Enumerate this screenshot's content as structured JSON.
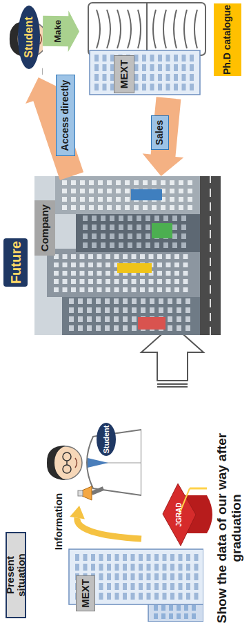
{
  "diagram": {
    "nodes": [
      {
        "text": [
          "Present situation"
        ]
      },
      {
        "text": [
          "MEXT"
        ]
      },
      {
        "text": [
          "Student"
        ]
      },
      {
        "text": [
          "Future"
        ]
      },
      {
        "text": [
          "Company"
        ]
      },
      {
        "text": [
          "Student"
        ]
      },
      {
        "text": [
          "MEXT"
        ]
      },
      {
        "text": [
          "Ph.D catalogue"
        ]
      }
    ],
    "edges": [
      {
        "from": 1,
        "to": 2,
        "label": "Information",
        "arrow": "to"
      },
      {
        "from": 4,
        "to": 5,
        "label": "Access directly",
        "arrow": "to"
      },
      {
        "from": 6,
        "to": 4,
        "label": "Sales",
        "arrow": "to"
      },
      {
        "from": 5,
        "to": 6,
        "label": "Make",
        "arrow": "to"
      }
    ],
    "labels": [
      "Show the data of our way after graduation",
      "JGRAD"
    ]
  }
}
